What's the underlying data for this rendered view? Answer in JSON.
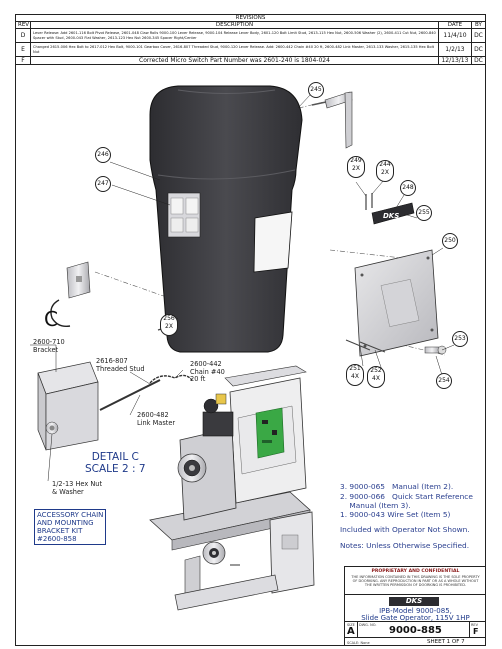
{
  "revisions": {
    "heading": "REVISIONS",
    "columns": {
      "rev": "REV",
      "description": "DESCRIPTION",
      "date": "DATE",
      "by": "BY"
    },
    "rows": [
      {
        "rev": "D",
        "description": "Lever Release: Add 2601-116 Bolt Pivot Release, 2601-048 Claw Rolls 9000-100 Lever Release, 9000-104 Release Lever Body, 2601-120 Bolt Limit Stud, 2613-115 Hex Nut, 2600-506 Washer (2), 2600-411 Cut Nut, 2600-840 Spacer with Stud, 2600-043 Flat Washer, 2613-123 Hex Nut 2600-345 Spacer Right/Center",
        "date": "11/4/10",
        "by": "DC"
      },
      {
        "rev": "E",
        "description": "Changed 2615-006 Hex Bolt to 2617-012 Hex Bolt, 9000-101 Gearbox Cover, 2616-807 Threaded Stud, 9000-120 Lever Release. Add: 2600-442 Chain #40 20 ft, 2600-482 Link Master, 2613-133 Washer, 2615-135 Hex Bolt Nut",
        "date": "1/2/13",
        "by": "DC"
      },
      {
        "rev": "F",
        "description": "Corrected Micro Switch Part Number was 2601-240 is 1804-024",
        "date": "12/13/13",
        "by": "DC"
      }
    ]
  },
  "callouts": [
    {
      "id": "c245",
      "text": "245"
    },
    {
      "id": "c246",
      "text": "246"
    },
    {
      "id": "c247",
      "text": "247"
    },
    {
      "id": "c249",
      "text": "249",
      "qty": "2X"
    },
    {
      "id": "c244",
      "text": "244",
      "qty": "2X"
    },
    {
      "id": "c248",
      "text": "248"
    },
    {
      "id": "c255",
      "text": "255"
    },
    {
      "id": "c250",
      "text": "250"
    },
    {
      "id": "c256",
      "text": "256",
      "qty": "2X"
    },
    {
      "id": "c251",
      "text": "251",
      "qty": "4X"
    },
    {
      "id": "c252",
      "text": "252",
      "qty": "4X"
    },
    {
      "id": "c253",
      "text": "253"
    },
    {
      "id": "c254",
      "text": "254"
    }
  ],
  "detail_letter": "C",
  "part_labels": {
    "bracket": "2600-710\nBracket",
    "stud": "2616-807\nThreaded Stud",
    "chain": "2600-442\nChain #40\n20 ft",
    "link": "2600-482\nLink Master",
    "nut": "1/2-13 Hex Nut\n& Washer"
  },
  "detail_title": "DETAIL C\nSCALE 2 : 7",
  "accessory_kit": "ACCESSORY CHAIN\nAND MOUNTING\nBRACKET KIT\n#2600-858",
  "notes": {
    "list": [
      "3. 9000-065   Manual (Item 2).",
      "2. 9000-066   Quick Start Reference\n    Manual (Item 3).",
      "1. 9000-043 Wire Set (Item 5)"
    ],
    "included": "Included with Operator Not Shown.",
    "otherwise": "Notes: Unless Otherwise Specified."
  },
  "title_block": {
    "proprietary_heading": "PROPRIETARY AND CONFIDENTIAL",
    "proprietary_text": "THE INFORMATION CONTAINED IN THIS DRAWING IS THE SOLE PROPERTY OF DOORKING. ANY REPRODUCTION IN PART OR AS A WHOLE WITHOUT THE WRITTEN PERMISSION OF DOORKING IS PROHIBITED.",
    "logo_text": "DKS",
    "model": "IPB-Model 9000-085,",
    "subtitle": "Slide Gate Operator, 115V 1HP",
    "size_label": "SIZE",
    "dwg_label": "DWG.  NO.",
    "rev_label": "REV",
    "size": "A",
    "dwg_no": "9000-885",
    "rev": "F",
    "scale_label": "SCALE: None",
    "sheet": "SHEET 1 OF 7"
  },
  "colors": {
    "ink": "#222222",
    "blue": "#1f3a8a",
    "cover": "#3a3a3e",
    "board": "#3aa845"
  }
}
